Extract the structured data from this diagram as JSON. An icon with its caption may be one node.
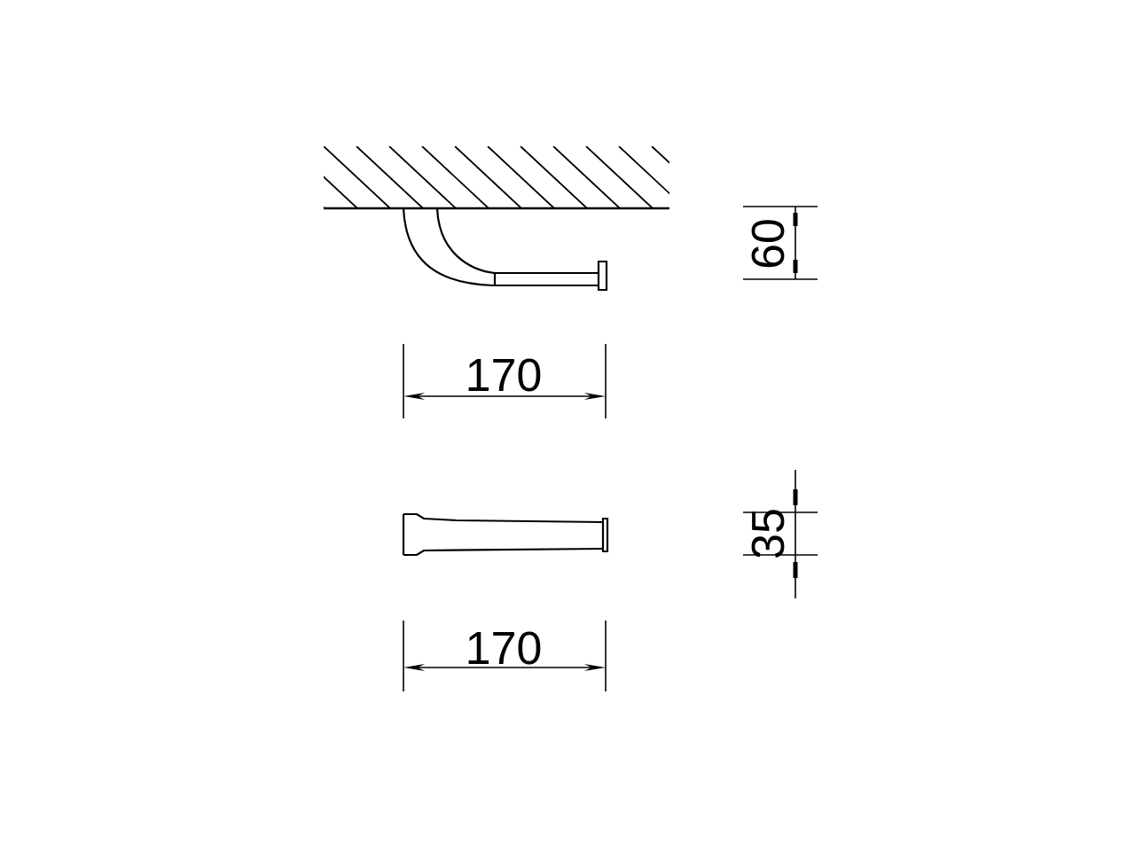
{
  "diagram": {
    "labels": [
      "60",
      "170",
      "35",
      "170"
    ]
  }
}
